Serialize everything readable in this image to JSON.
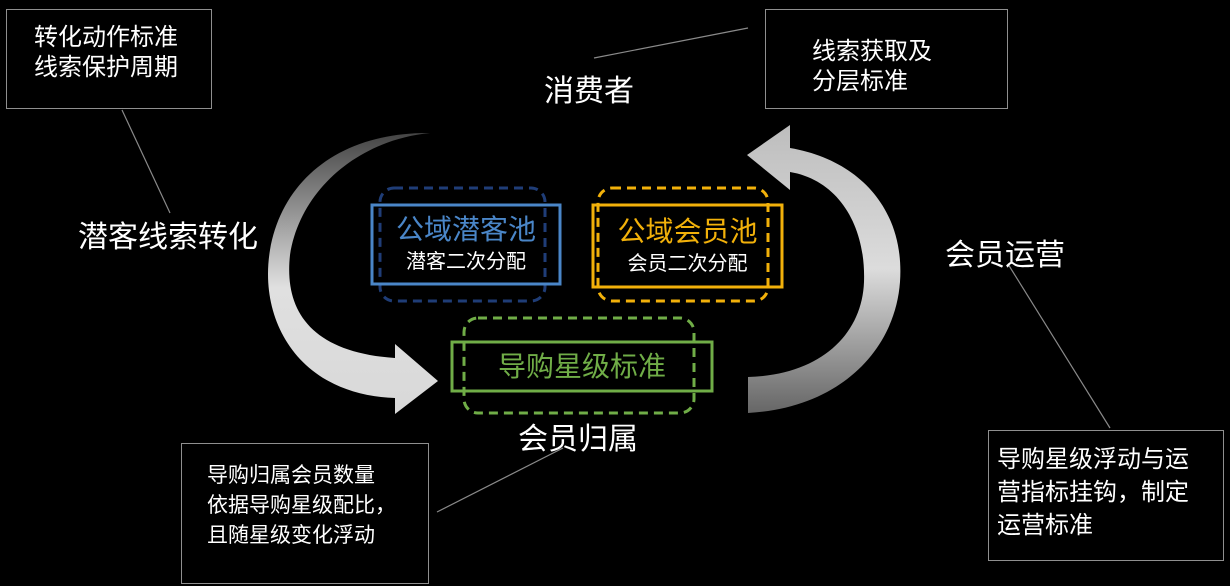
{
  "colors": {
    "background": "#000000",
    "public_potential": "#4a86c8",
    "public_potential_dashed": "#1f3d77",
    "public_member": "#f2b10a",
    "guide_standard": "#70ad47",
    "note_border": "#8f8f8f",
    "arrow_gradient_light": "#e6e6e6",
    "arrow_gradient_dark": "#3a3a3a"
  },
  "notes": {
    "top_left": [
      "转化动作标准",
      "线索保护周期"
    ],
    "top_right": [
      "线索获取及",
      "分层标准"
    ],
    "bottom_left": [
      "导购归属会员数量",
      "依据导购星级配比，",
      "且随星级变化浮动"
    ],
    "bottom_right": [
      "导购星级浮动与运",
      "营指标挂钩，制定",
      "运营标准"
    ]
  },
  "labels": {
    "consumer": "消费者",
    "potential_conversion": "潜客线索转化",
    "member_operation": "会员运营",
    "member_attribution": "会员归属"
  },
  "pools": {
    "public_potential": {
      "title": "公域潜客池",
      "subtitle": "潜客二次分配"
    },
    "public_member": {
      "title": "公域会员池",
      "subtitle": "会员二次分配"
    },
    "guide_standard": {
      "title": "导购星级标准"
    }
  }
}
